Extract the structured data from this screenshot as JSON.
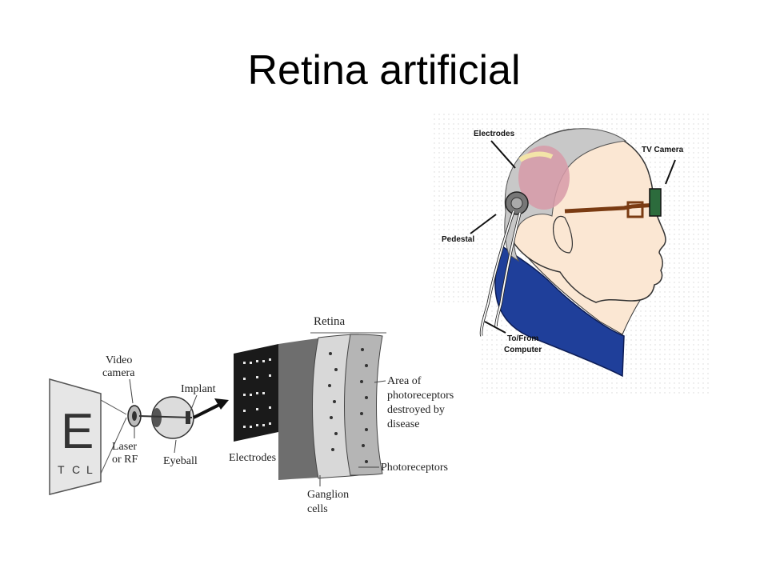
{
  "slide": {
    "title": "Retina artificial"
  },
  "head_figure": {
    "labels": {
      "electrodes": "Electrodes",
      "tv_camera": "TV Camera",
      "pedestal": "Pedestal",
      "to_from": "To/From",
      "computer": "Computer"
    },
    "colors": {
      "shirt": "#1f3f9a",
      "skin": "#fbe7d3",
      "hair": "#c8c8c8",
      "brain": "#d79aa8",
      "glasses": "#7a3b12"
    }
  },
  "eye_figure": {
    "chart_letters": {
      "big": "E",
      "row": [
        "T",
        "C",
        "L"
      ]
    },
    "labels": {
      "video": "Video",
      "camera": "camera",
      "laser": "Laser",
      "or_rf": "or RF",
      "eyeball": "Eyeball",
      "implant": "Implant",
      "electrodes": "Electrodes",
      "retina": "Retina",
      "area_of": "Area of",
      "photoreceptors_line": "photoreceptors",
      "destroyed_by": "destroyed by",
      "disease": "disease",
      "photoreceptors": "Photoreceptors",
      "ganglion": "Ganglion",
      "cells": "cells"
    }
  }
}
